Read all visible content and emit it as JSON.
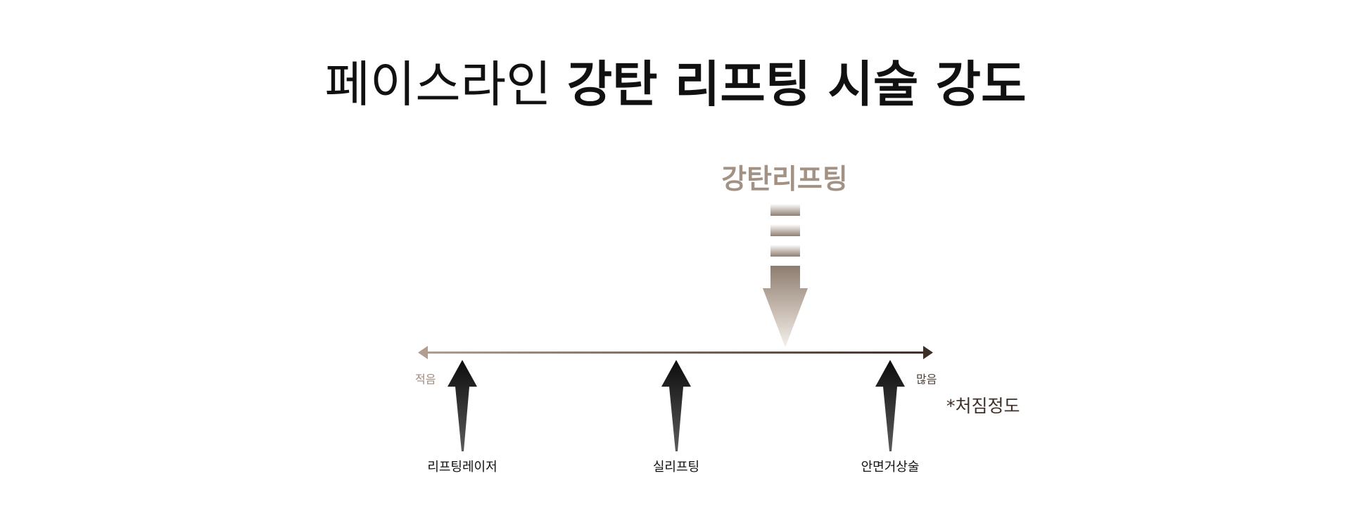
{
  "title": {
    "light_part": "페이스라인",
    "bold_part": "강탄 리프팅 시술 강도"
  },
  "featured": {
    "label": "강탄리프팅"
  },
  "axis": {
    "low_label": "적음",
    "high_label": "많음",
    "note": "*처짐정도"
  },
  "procedures": [
    {
      "label": "리프팅레이저"
    },
    {
      "label": "실리프팅"
    },
    {
      "label": "안면거상술"
    }
  ],
  "colors": {
    "title": "#111111",
    "featured": "#a39284",
    "axis_start": "#b09e92",
    "axis_end": "#3d2f28",
    "arrow_dark": "#111111"
  }
}
